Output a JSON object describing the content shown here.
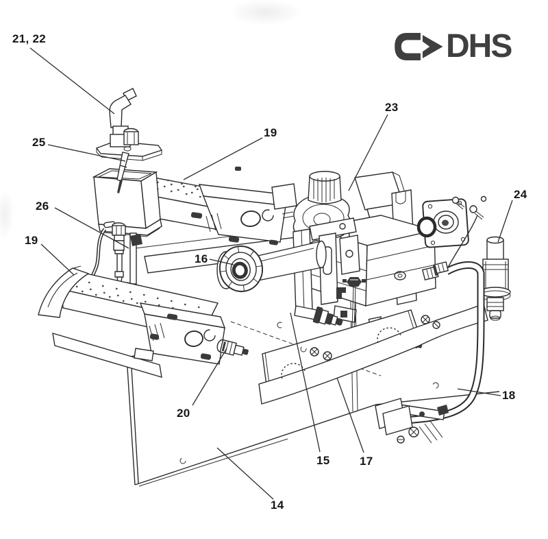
{
  "colors": {
    "ink": "#2b2b2b",
    "logo_gray": "#3f3f3f",
    "paper": "#ffffff"
  },
  "logo": {
    "icon": "arrow-c-logo",
    "text": "DHS"
  },
  "diagram": {
    "callouts": [
      {
        "id": "21-22",
        "text": "21, 22"
      },
      {
        "id": "25",
        "text": "25"
      },
      {
        "id": "26",
        "text": "26"
      },
      {
        "id": "19-left",
        "text": "19"
      },
      {
        "id": "19-upper",
        "text": "19"
      },
      {
        "id": "23",
        "text": "23"
      },
      {
        "id": "24",
        "text": "24"
      },
      {
        "id": "16",
        "text": "16"
      },
      {
        "id": "20",
        "text": "20"
      },
      {
        "id": "15",
        "text": "15"
      },
      {
        "id": "17",
        "text": "17"
      },
      {
        "id": "18",
        "text": "18"
      },
      {
        "id": "14",
        "text": "14"
      }
    ]
  }
}
